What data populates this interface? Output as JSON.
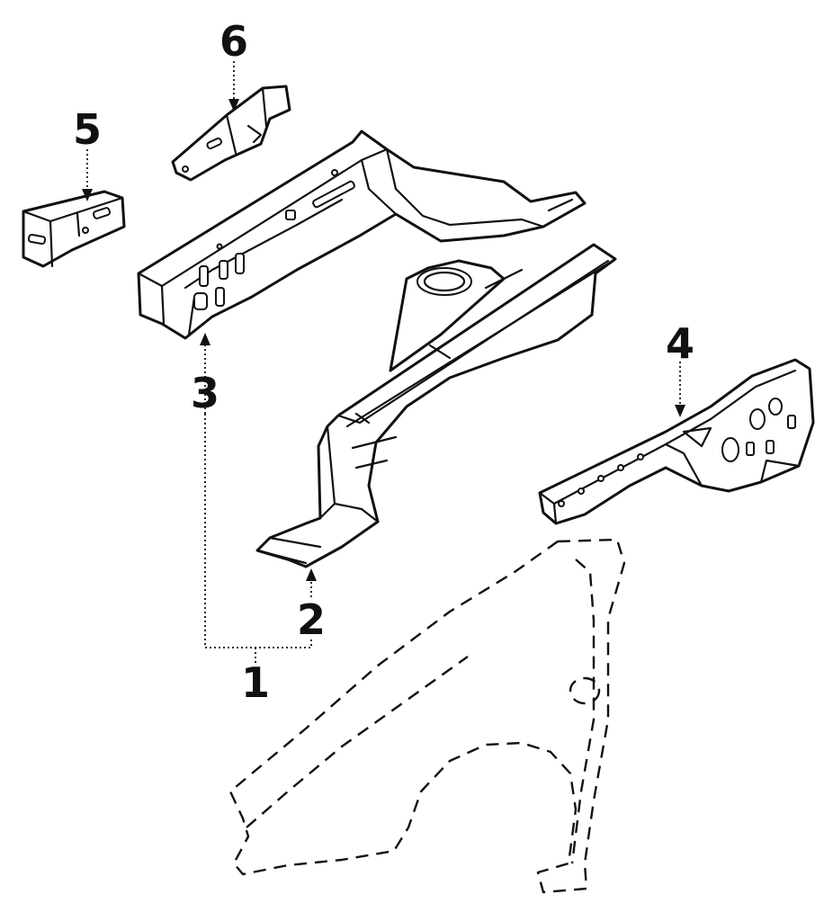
{
  "callouts": {
    "c1": "1",
    "c2": "2",
    "c3": "3",
    "c4": "4",
    "c5": "5",
    "c6": "6"
  },
  "colors": {
    "line": "#111111",
    "background": "#ffffff"
  }
}
